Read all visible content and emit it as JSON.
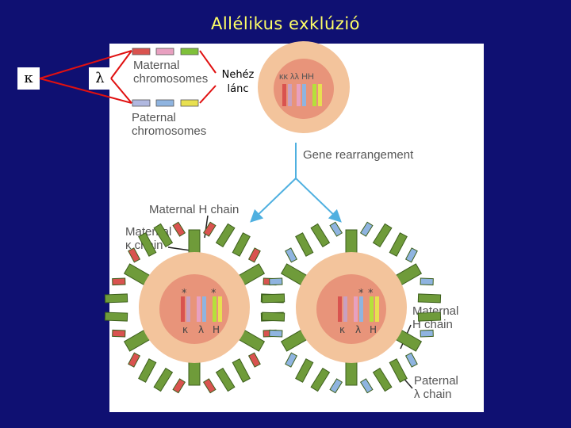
{
  "title": "Allélikus exklúzió",
  "left_labels": {
    "kappa": "κ",
    "lambda": "λ"
  },
  "nehez_lanc": "Nehéz lánc",
  "diagram": {
    "maternal_chromosomes": [
      "Maternal",
      "chromosomes"
    ],
    "paternal_chromosomes": [
      "Paternal",
      "chromosomes"
    ],
    "gene_rearrangement": "Gene rearrangement",
    "top_cell_labels": "κκ λλ HH",
    "maternal_h_chain": "Maternal H chain",
    "maternal_kappa_chain": [
      "Maternal",
      "κ chain"
    ],
    "maternal_h_chain_right": [
      "Maternal",
      "H chain"
    ],
    "paternal_lambda_chain": [
      "Paternal",
      "λ chain"
    ],
    "cell_labels": [
      "κ",
      "λ",
      "H"
    ],
    "asterisk": "*"
  },
  "colors": {
    "background": "#0f1072",
    "title": "#ffff66",
    "kappa": "#d9534f",
    "lambda": "#8fb4e0",
    "heavy": "#b5e03a",
    "cell": "#f3c49c",
    "nucleus": "#e8947a",
    "membrane": "#fbe3cc",
    "antibody": "#6f9b3a"
  }
}
